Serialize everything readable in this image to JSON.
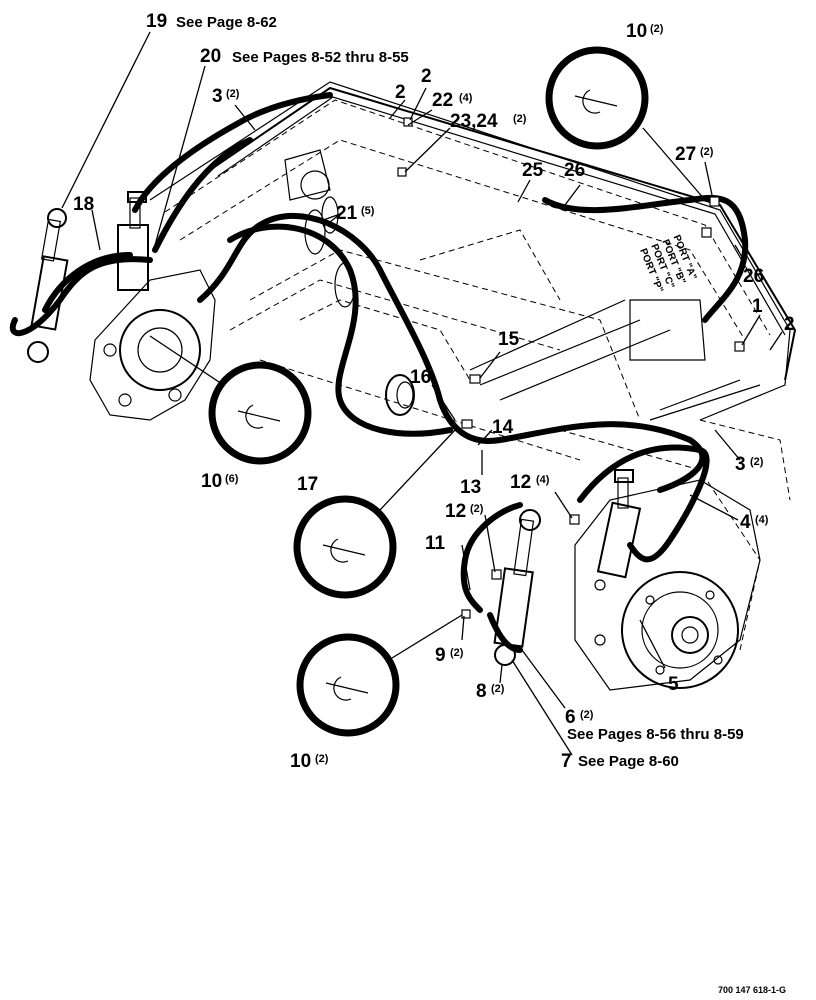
{
  "figure_id": "700 147 618-1-G",
  "callouts": {
    "c19": {
      "num": "19",
      "note": "See Page 8-62"
    },
    "c20": {
      "num": "20",
      "note": "See Pages 8-52 thru 8-55"
    },
    "c3a": {
      "num": "3",
      "qty": "(2)"
    },
    "c2a": {
      "num": "2"
    },
    "c2b": {
      "num": "2"
    },
    "c22": {
      "num": "22",
      "qty": "(4)"
    },
    "c2324": {
      "num": "23,24",
      "qty": "(2)"
    },
    "c10a": {
      "num": "10",
      "qty": "(2)"
    },
    "c27": {
      "num": "27",
      "qty": "(2)"
    },
    "c25": {
      "num": "25"
    },
    "c26a": {
      "num": "26"
    },
    "c26b": {
      "num": "26"
    },
    "c18": {
      "num": "18"
    },
    "c21": {
      "num": "21",
      "qty": "(5)"
    },
    "c1": {
      "num": "1"
    },
    "c2c": {
      "num": "2"
    },
    "c15": {
      "num": "15"
    },
    "c16": {
      "num": "16"
    },
    "c14": {
      "num": "14"
    },
    "c10b": {
      "num": "10",
      "qty": "(6)"
    },
    "c17": {
      "num": "17"
    },
    "c13": {
      "num": "13"
    },
    "c3b": {
      "num": "3",
      "qty": "(2)"
    },
    "c12a": {
      "num": "12",
      "qty": "(4)"
    },
    "c4": {
      "num": "4",
      "qty": "(4)"
    },
    "c12b": {
      "num": "12",
      "qty": "(2)"
    },
    "c11": {
      "num": "11"
    },
    "c9": {
      "num": "9",
      "qty": "(2)"
    },
    "c8": {
      "num": "8",
      "qty": "(2)"
    },
    "c5": {
      "num": "5"
    },
    "c6": {
      "num": "6",
      "qty": "(2)",
      "note": "See Pages 8-56 thru 8-59"
    },
    "c7": {
      "num": "7",
      "note": "See Page 8-60"
    },
    "c10c": {
      "num": "10",
      "qty": "(2)"
    }
  },
  "ports": [
    "PORT \"P\"",
    "PORT \"C\"",
    "PORT \"B\"",
    "PORT \"A\""
  ]
}
